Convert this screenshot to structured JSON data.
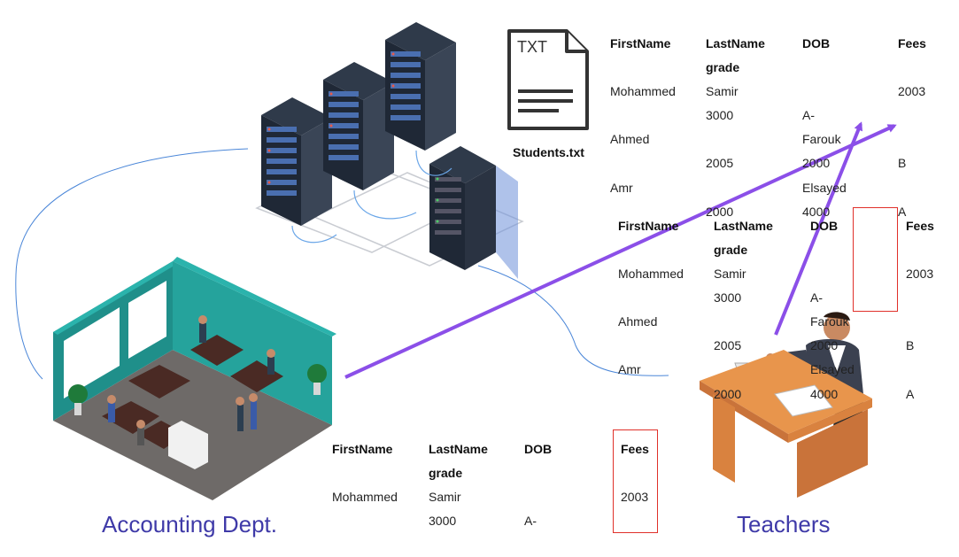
{
  "file": {
    "icon_text": "TXT",
    "label": "Students.txt"
  },
  "captions": {
    "accounting": "Accounting Dept.",
    "teachers": "Teachers"
  },
  "table_top": {
    "headers": [
      "FirstName",
      "LastName",
      "DOB",
      "Fees"
    ],
    "header_extra": "grade",
    "cells": [
      [
        "Mohammed",
        "Samir",
        "",
        "2003"
      ],
      [
        "",
        "3000",
        "A-",
        ""
      ],
      [
        "Ahmed",
        "",
        "Farouk",
        ""
      ],
      [
        "",
        "2005",
        "2000",
        "B"
      ],
      [
        "Amr",
        "",
        "Elsayed",
        ""
      ],
      [
        "",
        "2000",
        "4000",
        "A"
      ]
    ]
  },
  "table_mid": {
    "headers": [
      "FirstName",
      "LastName",
      "DOB",
      "Fees"
    ],
    "header_extra": "grade",
    "cells": [
      [
        "Mohammed",
        "Samir",
        "",
        "2003"
      ],
      [
        "",
        "3000",
        "A-",
        ""
      ],
      [
        "Ahmed",
        "",
        "Farouk",
        ""
      ],
      [
        "",
        "2005",
        "2000",
        "B"
      ],
      [
        "Amr",
        "",
        "Elsayed",
        ""
      ],
      [
        "",
        "2000",
        "4000",
        "A"
      ]
    ]
  },
  "table_bottom": {
    "headers": [
      "FirstName",
      "LastName",
      "DOB",
      "Fees"
    ],
    "header_extra": "grade",
    "cells": [
      [
        "Mohammed",
        "Samir",
        "",
        "2003"
      ],
      [
        "",
        "3000",
        "A-",
        ""
      ]
    ]
  },
  "colors": {
    "caption": "#3f3aa8",
    "arrow": "#8b4fe8",
    "highlight_box": "#e0302a",
    "connector": "#4a86d8"
  }
}
